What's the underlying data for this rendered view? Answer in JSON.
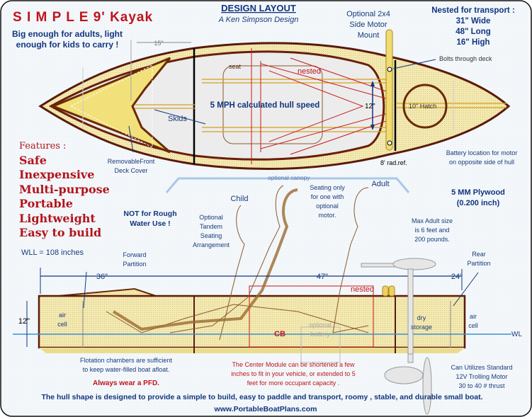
{
  "title": "S I M P L E  9' Kayak",
  "tagline": [
    "Big enough for adults, light",
    "enough for kids to carry !"
  ],
  "header": {
    "title": "DESIGN LAYOUT",
    "subtitle": "A Ken Simpson Design"
  },
  "motor_mount": [
    "Optional 2x4",
    "Side Motor",
    "Mount"
  ],
  "nested_transport": {
    "heading": "Nested for transport :",
    "width": "31\" Wide",
    "length": "48\" Long",
    "height": "16\" High"
  },
  "plan_view": {
    "dim_15": "15\"",
    "seat": "seat",
    "nested": "nested",
    "speed": "5 MPH calculated hull speed",
    "skids": "Skids",
    "width_12": "12\"",
    "hatch": "10\" Hatch",
    "bolts": "Bolts through deck",
    "rad_ref": "8' rad.ref.",
    "deck_cover": [
      "RemovableFront",
      "Deck Cover"
    ],
    "battery": [
      "Battery location for motor",
      "on opposite side of hull"
    ]
  },
  "features": {
    "heading": "Features :",
    "items": [
      "Safe",
      "Inexpensive",
      "Multi-purpose",
      "Portable",
      "Lightweight",
      "Easy to build"
    ]
  },
  "canopy": "optional canopy",
  "side_view": {
    "child": "Child",
    "adult": "Adult",
    "seating_one": [
      "Seating only",
      "for one with",
      "optional",
      "motor."
    ],
    "tandem": [
      "Optional",
      "Tandem",
      "Seating",
      "Arrangement"
    ],
    "not_rough": [
      "NOT for Rough",
      "Water Use !"
    ],
    "plywood": [
      "5 MM Plywood",
      "(0.200 inch)"
    ],
    "max_adult": [
      "Max Adult size",
      "is 6 feet and",
      "200 pounds."
    ],
    "wll": "WLL = 108 inches",
    "forward_partition": [
      "Forward",
      "Partition"
    ],
    "rear_partition": [
      "Rear",
      "Partition"
    ],
    "dim_36": "36\"",
    "dim_47": "47\"",
    "dim_24": "24\"",
    "dim_12": "12\"",
    "air_cell": [
      "air",
      "cell"
    ],
    "dry_storage": [
      "dry",
      "storage"
    ],
    "nested": "nested",
    "cb": "CB",
    "battery": [
      "optional",
      "battery"
    ],
    "wl": "WL"
  },
  "notes": {
    "flotation": [
      "Flotation chambers are sufficient",
      "to keep water-filled boat afloat."
    ],
    "pfd": "Always wear a PFD.",
    "center_module": [
      "The Center Module can be shortened a few",
      "inches to fit in your vehicle, or extended to 5",
      "feet for more occupant capacity ."
    ],
    "trolling": [
      "Can Utilizes Standard",
      "12V Trolling Motor",
      "30 to 40 # thrust"
    ],
    "summary": "The hull shape is designed to provide a simple to build, easy to paddle and transport,  roomy , stable, and durable small boat.",
    "website": "www.PortableBoatPlans.com"
  },
  "colors": {
    "background": "#f3f7fb",
    "hull_wood": "#f1e6a8",
    "outline": "#5a1a0a",
    "text_blue": "#12357e",
    "text_red": "#c0141c",
    "water": "#3a8fd0"
  }
}
